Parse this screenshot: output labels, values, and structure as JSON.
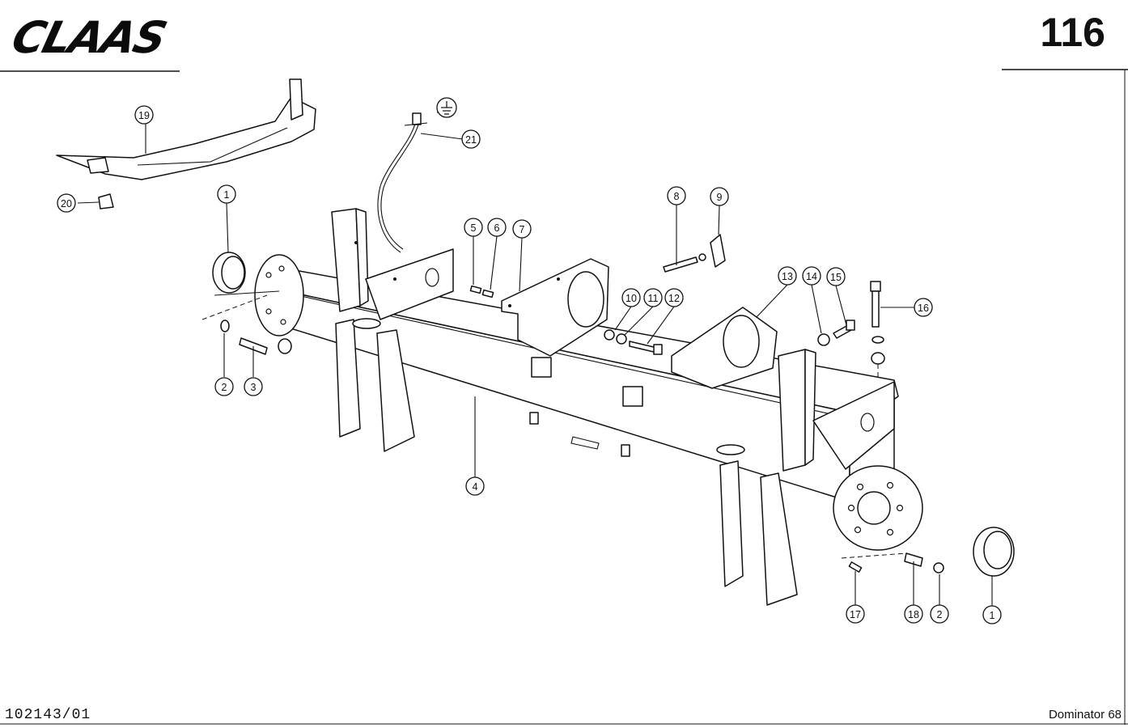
{
  "header": {
    "brand": "CLAAS",
    "page_number": "116"
  },
  "footer": {
    "doc_code": "102143/01",
    "model": "Dominator 68"
  },
  "callouts": [
    {
      "id": "c19",
      "label": "19"
    },
    {
      "id": "c20",
      "label": "20"
    },
    {
      "id": "c21",
      "label": "21"
    },
    {
      "id": "c1a",
      "label": "1"
    },
    {
      "id": "c2a",
      "label": "2"
    },
    {
      "id": "c3",
      "label": "3"
    },
    {
      "id": "c4",
      "label": "4"
    },
    {
      "id": "c5",
      "label": "5"
    },
    {
      "id": "c6",
      "label": "6"
    },
    {
      "id": "c7",
      "label": "7"
    },
    {
      "id": "c8",
      "label": "8"
    },
    {
      "id": "c9",
      "label": "9"
    },
    {
      "id": "c10",
      "label": "10"
    },
    {
      "id": "c11",
      "label": "11"
    },
    {
      "id": "c12",
      "label": "12"
    },
    {
      "id": "c13",
      "label": "13"
    },
    {
      "id": "c14",
      "label": "14"
    },
    {
      "id": "c15",
      "label": "15"
    },
    {
      "id": "c16",
      "label": "16"
    },
    {
      "id": "c17",
      "label": "17"
    },
    {
      "id": "c18",
      "label": "18"
    },
    {
      "id": "c2b",
      "label": "2"
    },
    {
      "id": "c1b",
      "label": "1"
    }
  ]
}
